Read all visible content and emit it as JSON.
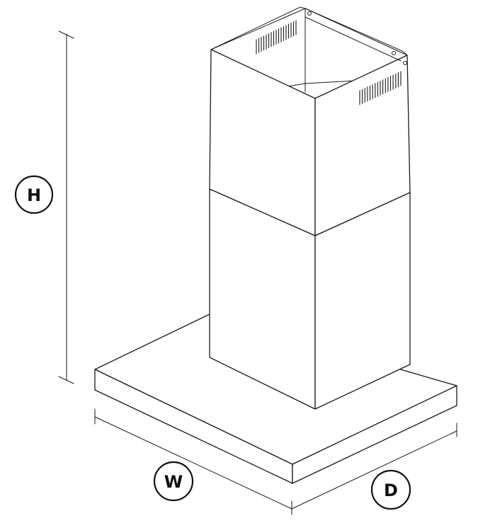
{
  "dimensions": {
    "height_label": "H",
    "width_label": "W",
    "depth_label": "D"
  },
  "colors": {
    "stroke": "#1a1a1a",
    "background": "#ffffff"
  }
}
